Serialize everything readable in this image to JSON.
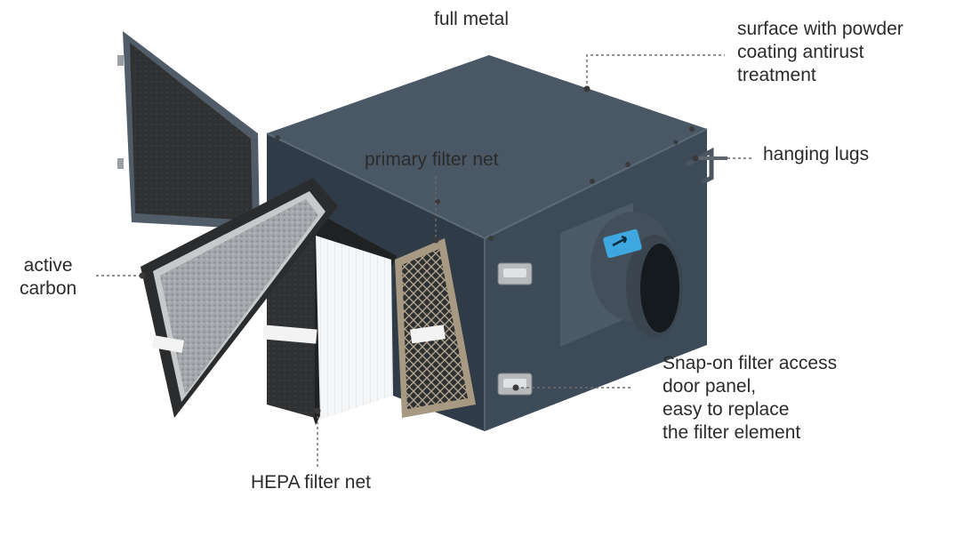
{
  "callouts": {
    "full_metal": "full metal",
    "surface": [
      "surface with powder",
      "coating antirust",
      "treatment"
    ],
    "hanging_lugs": "hanging lugs",
    "primary_filter": "primary filter net",
    "active_carbon": [
      "active",
      "carbon"
    ],
    "snap_on": [
      "Snap-on filter access",
      "door panel,",
      "easy to replace",
      "the filter element"
    ],
    "hepa": "HEPA filter net"
  },
  "colors": {
    "housing_top": "#4a5866",
    "housing_front": "#3c4a57",
    "housing_side": "#34414d",
    "hepa_media": "#f4f5f6",
    "carbon_media": "#9a9ea2",
    "mesh": "#8d8170",
    "frame_dark": "#2a2c2e",
    "duct_tag": "#3fa7e0"
  }
}
